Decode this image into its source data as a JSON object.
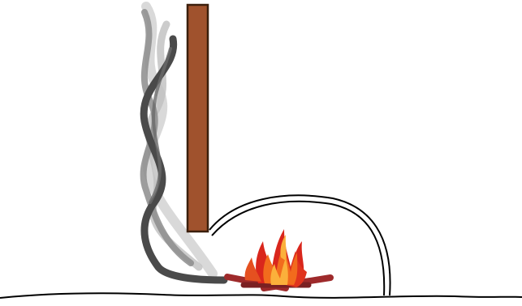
{
  "diagram": {
    "elements": [
      "ground-line",
      "chimney-post",
      "dome-oven",
      "campfire",
      "smoke-plume"
    ]
  },
  "colors": {
    "background": "#ffffff",
    "outline": "#000000",
    "chimney_fill": "#a0522d",
    "chimney_stroke": "#3b1f0c",
    "log": "#9e2a2b",
    "log_dark": "#6e1a1c",
    "flame_outer": "#d9261c",
    "flame_mid": "#f26b1d",
    "flame_inner": "#fbb03b",
    "smoke_dark": "#4a4a4a",
    "smoke_mid": "#8a8a8a",
    "smoke_light": "#c8c8c8"
  }
}
